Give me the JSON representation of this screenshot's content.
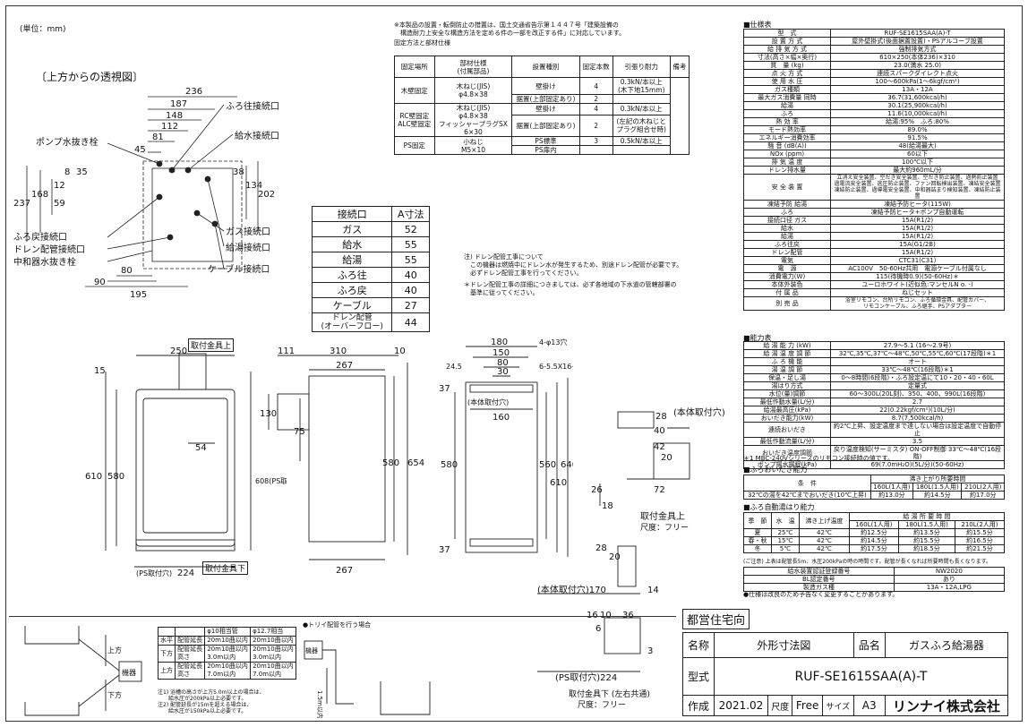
{
  "unit_label": "(単位：mm)",
  "top_view": {
    "title": "〔上方からの透視図〕",
    "dims": [
      "236",
      "187",
      "148",
      "112",
      "81",
      "45",
      "35",
      "8",
      "12",
      "59",
      "168",
      "237",
      "38",
      "134",
      "202",
      "80",
      "90",
      "195"
    ],
    "labels": [
      "ふろ往接続口",
      "給水接続口",
      "ポンプ水抜き栓",
      "ガス接続口",
      "給湯接続口",
      "ふろ戻接続口",
      "ドレン配管接続口",
      "中和器水抜き栓",
      "ケーブル接続口"
    ]
  },
  "notice": {
    "line1": "※本製品の設置・転倒防止の措置は、国土交通省告示第１４４７号「建築設備の",
    "line2": "　構造耐力上安全な構造方法を定める件の一部を改正する件」に対応しています。",
    "fix_title": "固定方法と部材仕様"
  },
  "fix_table": {
    "headers": [
      "固定場所",
      "部材仕様\n(付属部品)",
      "設置種別",
      "固定本数",
      "引張り耐力",
      "備考"
    ],
    "rows": [
      [
        "木壁固定",
        "木ねじ(JIS)\nφ4.8×38",
        "壁掛け",
        "4",
        "0.3kN/本以上\n(木下地15mm)",
        ""
      ],
      [
        "",
        "",
        "据置(上部固定あり)",
        "2",
        "",
        ""
      ],
      [
        "RC壁固定\nALC壁固定",
        "木ねじ(JIS)\nφ4.8×38\nフィッシャープラグSX\n6×30",
        "壁掛け",
        "4",
        "0.3kN/本以上",
        ""
      ],
      [
        "",
        "",
        "据置(上部固定あり)",
        "2",
        "(左記の木ねじと\nプラグ組合せ時)",
        ""
      ],
      [
        "PS固定",
        "小ねじ\nM5×10",
        "PS標準",
        "3",
        "0.5kN/本以上",
        ""
      ],
      [
        "",
        "",
        "PS扉内",
        "",
        "",
        ""
      ]
    ]
  },
  "conn_table": {
    "headers": [
      "接続口",
      "A寸法"
    ],
    "rows": [
      [
        "ガス",
        "52"
      ],
      [
        "給水",
        "55"
      ],
      [
        "給湯",
        "55"
      ],
      [
        "ふろ往",
        "40"
      ],
      [
        "ふろ戻",
        "40"
      ],
      [
        "ケーブル",
        "27"
      ],
      [
        "ドレン配管\n(オーバーフロー)",
        "44"
      ]
    ]
  },
  "drain_note": {
    "l1": "注) ドレン配管工事について",
    "l2": "　この機器は燃焼中にドレン水が発生するため、別途ドレン配管が必要です。",
    "l3": "　必ずドレン配管工事を行ってください。",
    "l4": "＊ドレン配管工事の詳細につきましては、必ず各地域の下水道の管轄部署の",
    "l5": "　基準に従ってください。"
  },
  "spec": {
    "title": "■仕様表",
    "rows": [
      [
        "型　式",
        "RUF-SE1615SAA(A)-T"
      ],
      [
        "設 置 方 式",
        "屋外壁掛式(後面据置設置)・PSアルコーブ設置"
      ],
      [
        "給 排 気 方 式",
        "強制排気方式"
      ],
      [
        "寸法(高さ×幅×奥行)",
        "610×250(本体236)×310"
      ],
      [
        "質　量 (kg)",
        "23.0(満水 25.0)"
      ],
      [
        "点 火 方 式",
        "連続スパークダイレクト点火"
      ],
      [
        "使 用 水 圧",
        "100〜600kPa(1〜6kgf/cm²)"
      ],
      [
        "ガス種類",
        "13A・12A"
      ],
      [
        "最大ガス消費量 同時",
        "36.7(31,600kcal/h)"
      ],
      [
        "給湯",
        "30.1(25,900kcal/h)"
      ],
      [
        "ふろ",
        "11.6(10,000kcal/h)"
      ],
      [
        "熱 効 率",
        "給湯:95%　ふろ:80%"
      ],
      [
        "モード熱効率",
        "89.0%"
      ],
      [
        "エネルギー消費効率",
        "91.5%"
      ],
      [
        "騒 音 (dB(A))",
        "48(給湯最大)"
      ],
      [
        "NOx (ppm)",
        "60以下"
      ],
      [
        "排 気 温 度",
        "100℃以下"
      ],
      [
        "ドレン排水量",
        "最大約960mL/分"
      ],
      [
        "安 全 装 置",
        "立消え安全装置、空だき安全装置、空だき防止装置、過熱防止装置\n過電流安全装置、逃圧防止装置、ファン回転検出装置、凍結安全装置\n凍結防止装置、過導電安全装置、中和器詰まり検知装置、凍結防止装置"
      ],
      [
        "凍結予防 給湯",
        "凍結予防ヒータ(115W)"
      ],
      [
        "ふろ",
        "凍結予防ヒータ+ポンプ自動運転"
      ],
      [
        "接続口径 ガス",
        "15A(R1/2)"
      ],
      [
        "給水",
        "15A(R1/2)"
      ],
      [
        "給湯",
        "15A(R1/2)"
      ],
      [
        "ふろ往戻",
        "15A(G1/2B)"
      ],
      [
        "ドレン配管",
        "15A(R1/2)"
      ],
      [
        "電気",
        "CTC31(C31)"
      ],
      [
        "電　源",
        "AC100V　50-60Hz共用　電源ケーブル付属なし"
      ],
      [
        "消費電力(W)",
        "115(待機時0.9)(50-60Hz)＊"
      ],
      [
        "本体外装色",
        "ユーロホワイト(近似色:マンセルN o. -)"
      ],
      [
        "付 属 品",
        "ねじセット"
      ],
      [
        "別 売 品",
        "浴室リモコン、台所リモコン、ふろ循環金具、配管カバー、\nリモコンケーブル、ふろ継手、PSアダプター"
      ]
    ]
  },
  "capacity": {
    "title": "■能力表",
    "rows": [
      [
        "給 湯 能 力 (kW)",
        "27.9〜5.1 (16〜2.9号)"
      ],
      [
        "給 湯 温 度 調 節",
        "32℃,35℃,37℃〜48℃,50℃,55℃,60℃(17段階)＊1"
      ],
      [
        "ふ ろ 機 能",
        "オート"
      ],
      [
        "湯 温 調 節",
        "33℃〜48℃(16段階)＊1"
      ],
      [
        "保温・足し湯",
        "0〜8時間(6段階)・ふろ設定温にて10・20・40・60L"
      ],
      [
        "湯はり方式",
        "定量式"
      ],
      [
        "水位(量)調節",
        "60〜300L(20L刻)、350、400、990L(16段階)"
      ],
      [
        "最低作動水量(L/分)",
        "2.7"
      ],
      [
        "給湯最高圧(kPa)",
        "22(0.22kgf/cm²)(10L/分)"
      ],
      [
        "おいだき能力(kW)",
        "8.7(7,500kcal/h)"
      ],
      [
        "連続おいだき",
        "約2℃上昇、設定温度まで達しない場合は設定温度で自動停止"
      ],
      [
        "最低作動流量(L/分)",
        "3.5"
      ],
      [
        "おいだき温度調節",
        "戻り温度検知(サーミスタ) ON-OFF制御 33℃〜48℃(16段階)"
      ],
      [
        "ポンプ揚水揚程(kPa)",
        "69(7.0mH₂O)(5L/分)(50-60Hz)"
      ]
    ],
    "note": "＊1 MBC-240Vシリーズのリモコン接続時の値です。"
  },
  "reheat": {
    "title": "■ふろおいだき能力",
    "head": [
      "条　件",
      "沸き上がり所要時間"
    ],
    "sub": [
      "160L(1人用)",
      "180L(1.5人用)",
      "210L(2人用)"
    ],
    "row": [
      "32℃の湯を42℃までおいだき(10℃上昇)",
      "約13.0分",
      "約14.5分",
      "約17.0分"
    ]
  },
  "autofill": {
    "title": "■ふろ自動湯はり能力",
    "head": [
      "季　節",
      "水　温",
      "沸き上げ温度",
      "給 湯 所 要 時 間"
    ],
    "sub": [
      "160L(1人用)",
      "180L(1.5人用)",
      "210L(2人用)"
    ],
    "rows": [
      [
        "夏",
        "25℃",
        "42℃",
        "約12.5分",
        "約13.5分",
        "約15.5分"
      ],
      [
        "春・秋",
        "15℃",
        "42℃",
        "約14.5分",
        "約15.5分",
        "約16.5分"
      ],
      [
        "冬",
        "5℃",
        "42℃",
        "約17.5分",
        "約18.5分",
        "約21.5分"
      ]
    ],
    "note": "(ご注意) 上表は配管長5m、水圧200kPaの時の時間です。配管が長くなれば所要時間も長くなります。"
  },
  "approval": {
    "rows": [
      [
        "給水装置認証登録番号",
        "NW2020"
      ],
      [
        "BL認定番号",
        "あり"
      ],
      [
        "製造ガス種",
        "13A・12A,LPG"
      ]
    ],
    "footer": "●仕様は改良のため予告なく変更することがあります。"
  },
  "views": {
    "front": {
      "dims": [
        "250",
        "15",
        "610",
        "580",
        "54",
        "224",
        "608(PS取付穴)",
        "(PS取付穴)"
      ],
      "labels": [
        "取付金具上",
        "取付金具下"
      ]
    },
    "side": {
      "dims": [
        "111",
        "310",
        "267",
        "10",
        "130",
        "75",
        "580",
        "654",
        "267"
      ]
    },
    "back": {
      "dims": [
        "180",
        "150",
        "80",
        "30",
        "24.5",
        "37",
        "4-φ13穴",
        "6-5.5X16長穴",
        "(本体取付穴)",
        "160",
        "580",
        "560",
        "610",
        "640",
        "37"
      ]
    },
    "bracket_upper": {
      "dims": [
        "28",
        "(本体取付穴)",
        "40",
        "42",
        "20",
        "72",
        "26",
        "18"
      ],
      "labels": [
        "取付金具上",
        "尺度：フリー"
      ]
    },
    "bracket_lower": {
      "dims": [
        "28",
        "20",
        "(本体取付穴)170",
        "14",
        "16",
        "10",
        "6",
        "36",
        "3",
        "(PS取付穴)224"
      ],
      "labels": [
        "取付金具下 (左右共通)",
        "尺度：フリー"
      ]
    }
  },
  "pipe_table": {
    "head": [
      "",
      "",
      "φ10相当管",
      "φ12.7相当"
    ],
    "rows": [
      [
        "水平",
        "配管延長",
        "20m10曲以内",
        "20m10曲以内"
      ],
      [
        "下方",
        "配管延長\n高さ",
        "20m10曲以内\n3.0m以内",
        "20m10曲以内\n3.0m以内"
      ],
      [
        "上方",
        "配管延長\n高さ",
        "20m10曲以内\n7.0m以内",
        "20m10曲以内\n7.0m以内"
      ]
    ],
    "notes": [
      "注1) 浴槽の高さが上方5.0m以上の場合は、",
      "　　給水圧が200kPa以上必要です。",
      "注2) 配管延長が15mを超える場合は、",
      "　　給水圧が150kPa以上必要です。"
    ],
    "trap_label": "●トリイ配管を行う場合",
    "labels": [
      "上方",
      "下方",
      "機器",
      "1.5m以内"
    ]
  },
  "titleblock": {
    "client": "都営住宅向",
    "name_label": "名称",
    "name": "外形寸法図",
    "product_label": "品名",
    "product": "ガスふろ給湯器",
    "model_label": "型式",
    "model": "RUF-SE1615SAA(A)-T",
    "made_label": "作成",
    "date": "2021.02",
    "scale_label": "尺度",
    "scale": "Free",
    "size_label": "サイズ",
    "size": "A3",
    "company": "リンナイ株式会社"
  }
}
